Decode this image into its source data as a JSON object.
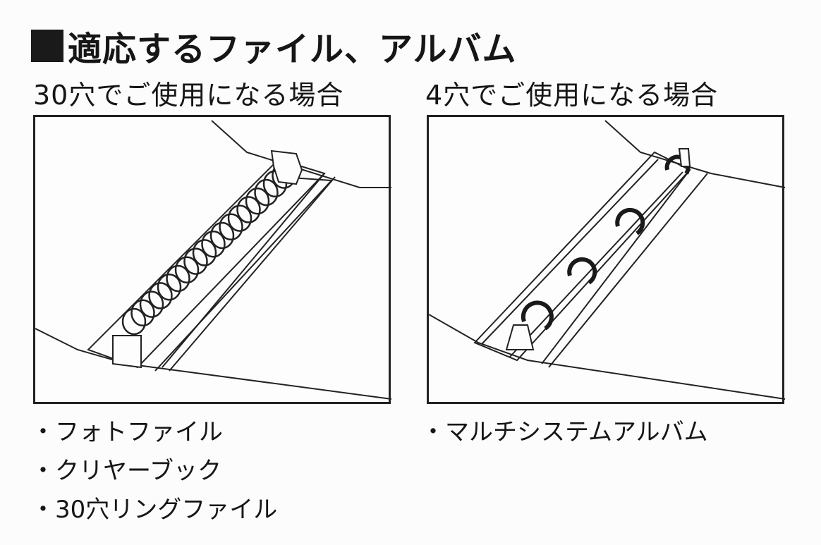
{
  "title": "適応するファイル、アルバム",
  "left": {
    "heading": "30穴でご使用になる場合",
    "items": [
      "・フォトファイル",
      "・クリヤーブック",
      "・30穴リングファイル"
    ]
  },
  "right": {
    "heading": "4穴でご使用になる場合",
    "items": [
      "・マルチシステムアルバム"
    ]
  }
}
